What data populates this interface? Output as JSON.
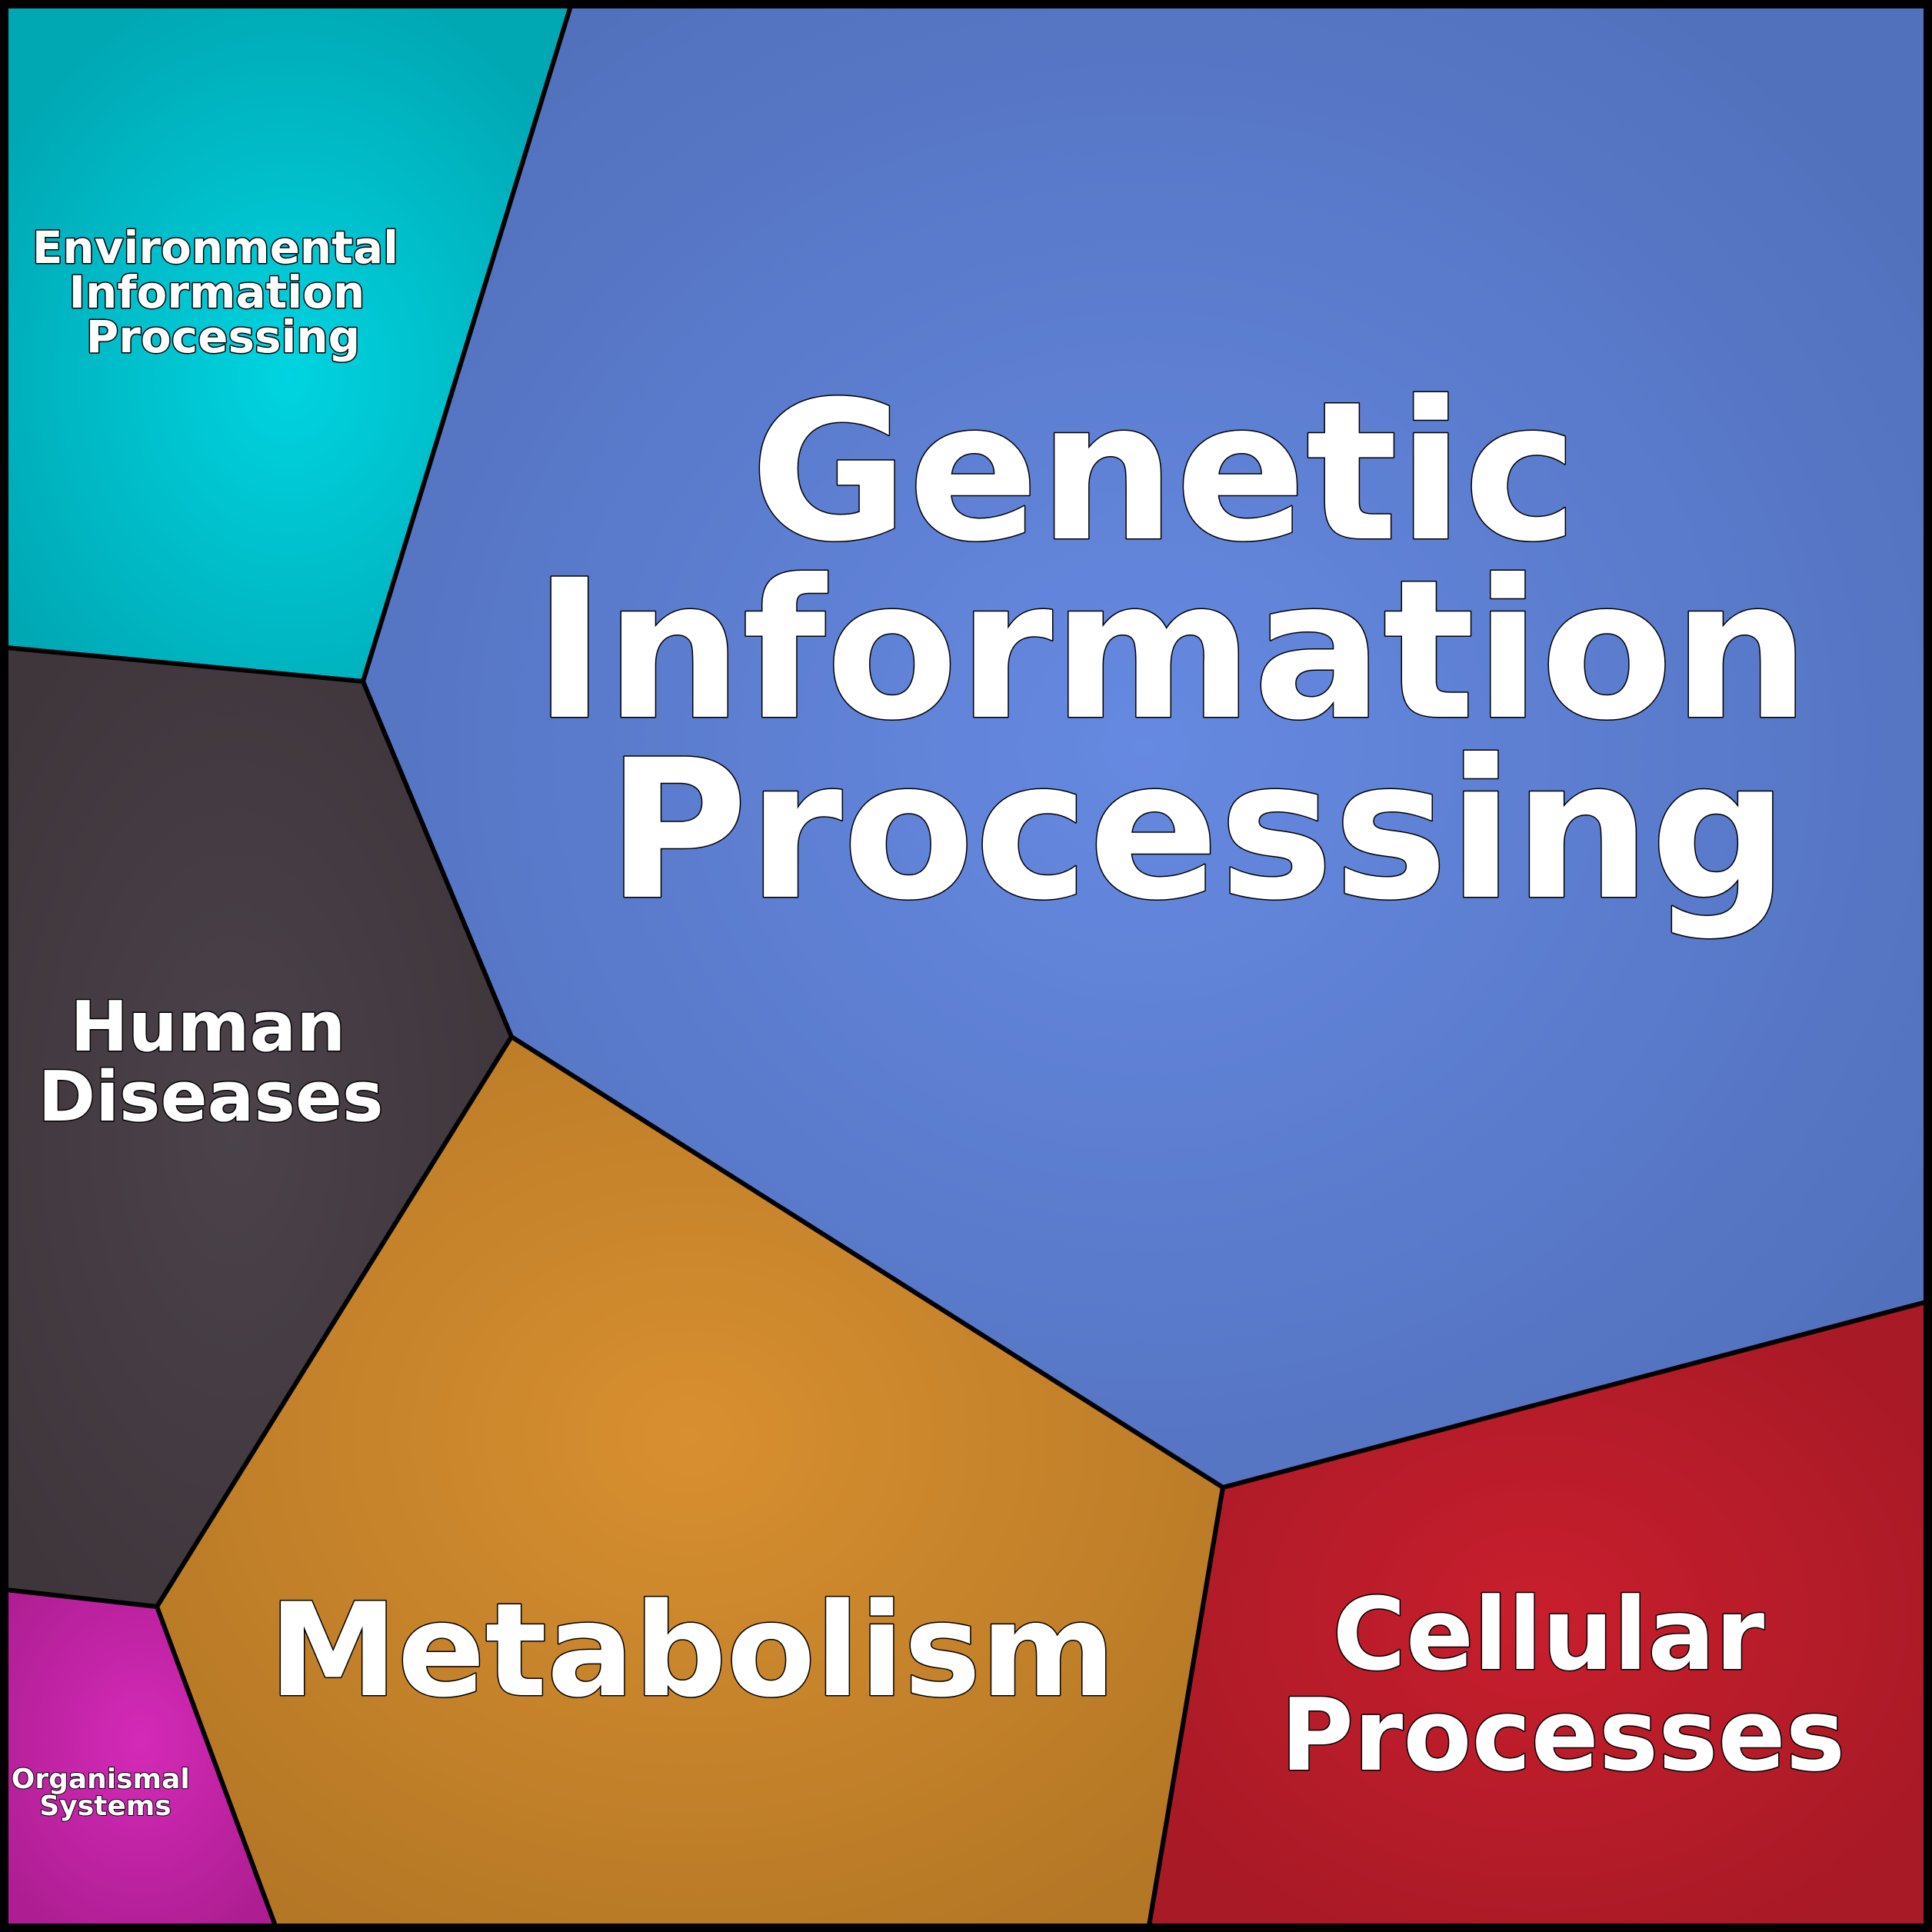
{
  "regions": {
    "environmental": {
      "label_lines": [
        "Environmental",
        "Information",
        "Processing"
      ],
      "color_center": "#00d4e0",
      "color_edge": "#00a8b4"
    },
    "genetic": {
      "label_lines": [
        "Genetic",
        "Information",
        "Processing"
      ],
      "color_center": "#6689e1",
      "color_edge": "#5271bd"
    },
    "human_diseases": {
      "label_lines": [
        "Human",
        "Diseases"
      ],
      "color_center": "#4b424a",
      "color_edge": "#3f363c"
    },
    "metabolism": {
      "label_lines": [
        "Metabolism"
      ],
      "color_center": "#d88f30",
      "color_edge": "#b47725"
    },
    "cellular": {
      "label_lines": [
        "Cellular",
        "Processes"
      ],
      "color_center": "#c81e2d",
      "color_edge": "#a81a26"
    },
    "organismal": {
      "label_lines": [
        "Organismal",
        "Systems"
      ],
      "color_center": "#d42ab8",
      "color_edge": "#ae1e92"
    }
  },
  "border_color": "#000000"
}
